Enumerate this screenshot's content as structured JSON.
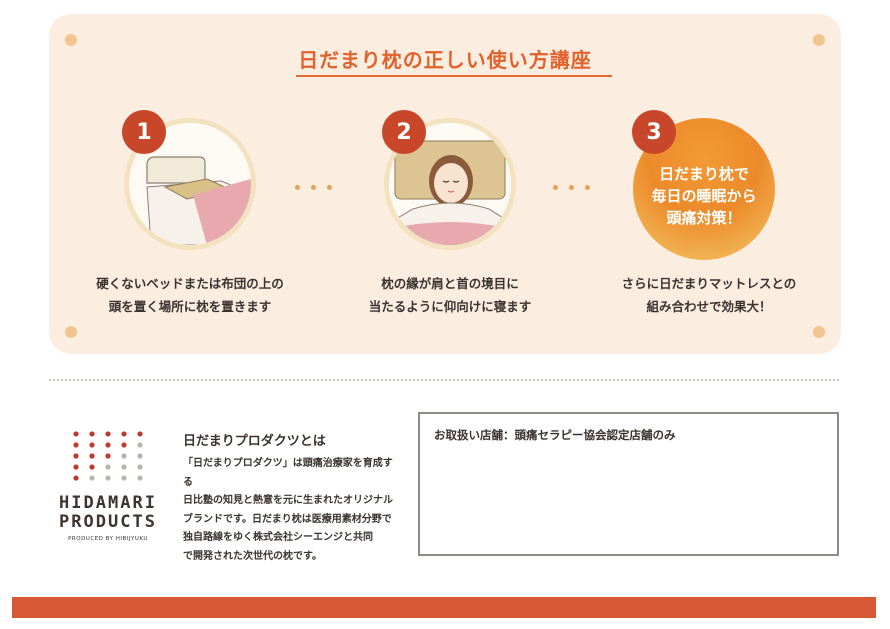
{
  "course": {
    "title": "日だまり枕の正しい使い方講座",
    "steps": [
      {
        "number": "1",
        "caption_line1": "硬くないベッドまたは布団の上の",
        "caption_line2": "頭を置く場所に枕を置きます"
      },
      {
        "number": "2",
        "caption_line1": "枕の縁が肩と首の境目に",
        "caption_line2": "当たるように仰向けに寝ます"
      },
      {
        "number": "3",
        "caption_line1": "さらに日だまりマットレスとの",
        "caption_line2": "組み合わせで効果大！"
      }
    ],
    "highlight": {
      "line1": "日だまり枕で",
      "line2": "毎日の睡眠から",
      "line3": "頭痛対策！"
    }
  },
  "brand": {
    "logo_line1": "HIDAMARI",
    "logo_line2": "PRODUCTS",
    "logo_sub": "PRODUCED BY HIBIJYUKU",
    "about_title": "日だまりプロダクツとは",
    "about_lines": [
      "「日だまりプロダクツ」は頭痛治療家を育成する",
      "日比塾の知見と熱意を元に生まれたオリジナル",
      "ブランドです。日だまり枕は医療用素材分野で",
      "独自路線をゆく株式会社シーエンジと共同",
      "で開発された次世代の枕です。"
    ]
  },
  "store": {
    "label": "お取扱い店舗：頭痛セラピー協会認定店舗のみ"
  },
  "colors": {
    "accent": "#e2612d",
    "panel": "#fbeee1",
    "footer": "#d55a34",
    "badge": "#c8462a"
  }
}
